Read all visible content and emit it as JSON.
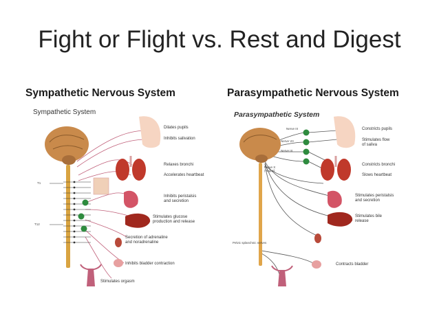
{
  "title": "Fight or Flight vs. Rest and Digest",
  "sympathetic": {
    "heading": "Sympathetic Nervous System",
    "panel_title": "Sympathetic System",
    "spine_labels": [
      "T1",
      "T12"
    ],
    "effects": [
      "Dilates pupils",
      "Inhibits salivation",
      "Relaxes bronchi",
      "Accelerates heartbeat",
      "Inhibits peristalsis\nand secretion",
      "Stimulates glucose\nproduction and release",
      "Secretion of adrenaline\nand noradrenaline",
      "Inhibits bladder contraction",
      "Stimulates orgasm"
    ]
  },
  "parasympathetic": {
    "heading": "Parasympathetic Nervous System",
    "panel_title": "Parasympathetic  System",
    "nerve_labels": [
      "Nerve III",
      "Nerve VII",
      "Nerve IX",
      "Nerve X\n(Vagus)",
      "Pelvic splanchnic nerves"
    ],
    "effects": [
      "Constricts pupils",
      "Stimulates flow\nof saliva",
      "Constricts bronchi",
      "Slows heartbeat",
      "Stimulates peristalsis\nand secretion",
      "Stimulates bile\nrelease",
      "Contracts bladder"
    ]
  },
  "colors": {
    "title": "#222222",
    "nerve_line_sympathetic": "#c0607a",
    "nerve_line_parasympathetic": "#555555",
    "ganglion": "#2e8b3e",
    "organ": "#c0392b",
    "brain": "#c98a4b"
  }
}
